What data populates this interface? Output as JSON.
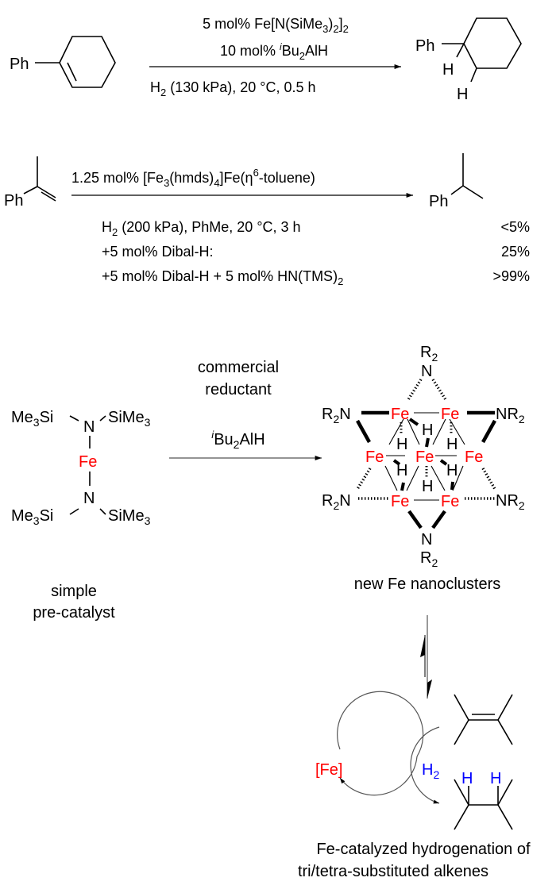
{
  "reaction1": {
    "substrate": {
      "label": "Ph",
      "name": "1-phenylcyclohexene"
    },
    "reagent_line1": {
      "prefix": "5 mol% Fe[N(SiMe",
      "sub1": "3",
      "mid": ")",
      "sub2": "2",
      "end": "]",
      "sub3": "2"
    },
    "reagent_line2": {
      "prefix": "10 mol% ",
      "sup": "i",
      "mid": "Bu",
      "sub": "2",
      "end": "AlH"
    },
    "conditions": {
      "prefix": "H",
      "sub": "2",
      "rest": " (130 kPa), 20 °C, 0.5 h"
    },
    "product": {
      "ph": "Ph",
      "h1": "H",
      "h2": "H"
    }
  },
  "reaction2": {
    "substrate": {
      "label": "Ph"
    },
    "reagent": {
      "a": "1.25 mol% [Fe",
      "sub1": "3",
      "b": "(hmds)",
      "sub2": "4",
      "c": "]Fe(η",
      "sup": "6",
      "d": "-toluene)"
    },
    "product": {
      "label": "Ph"
    },
    "conditions_table": [
      {
        "cond": "H₂ (200 kPa), PhMe, 20 °C, 3 h",
        "cond_prefix": "H",
        "cond_sub": "2",
        "cond_rest": " (200 kPa), PhMe, 20 °C, 3 h",
        "yield": "<5%"
      },
      {
        "cond": "+5 mol% Dibal-H:",
        "yield": "25%"
      },
      {
        "cond_prefix": "+5 mol% Dibal-H + 5 mol% HN(TMS)",
        "cond_sub": "2",
        "yield": ">99%"
      }
    ]
  },
  "precatalyst": {
    "si_left": {
      "a": "Me",
      "sub": "3",
      "b": "Si"
    },
    "si_right": {
      "a": "SiMe",
      "sub": "3"
    },
    "n": "N",
    "fe": "Fe",
    "caption_line1": "simple",
    "caption_line2": "pre-catalyst"
  },
  "arrow3": {
    "above_line1": "commercial",
    "above_line2": "reductant",
    "reagent": {
      "sup": "i",
      "a": "Bu",
      "sub": "2",
      "b": "AlH"
    }
  },
  "cluster": {
    "fe": "Fe",
    "h": "H",
    "r2n": {
      "a": "R",
      "sub": "2",
      "b": "N"
    },
    "nr2": {
      "a": "NR",
      "sub": "2"
    },
    "n": "N",
    "r2": {
      "a": "R",
      "sub": "2"
    },
    "caption": "new Fe nanoclusters"
  },
  "cycle": {
    "fe_label": "[Fe]",
    "h2": {
      "a": "H",
      "sub": "2"
    },
    "h": "H",
    "caption_line1": "Fe-catalyzed hydrogenation of",
    "caption_line2": "tri/tetra-substituted alkenes"
  },
  "colors": {
    "iron": "#ff0000",
    "hydrogen_highlight": "#0000ff",
    "ink": "#000000"
  }
}
